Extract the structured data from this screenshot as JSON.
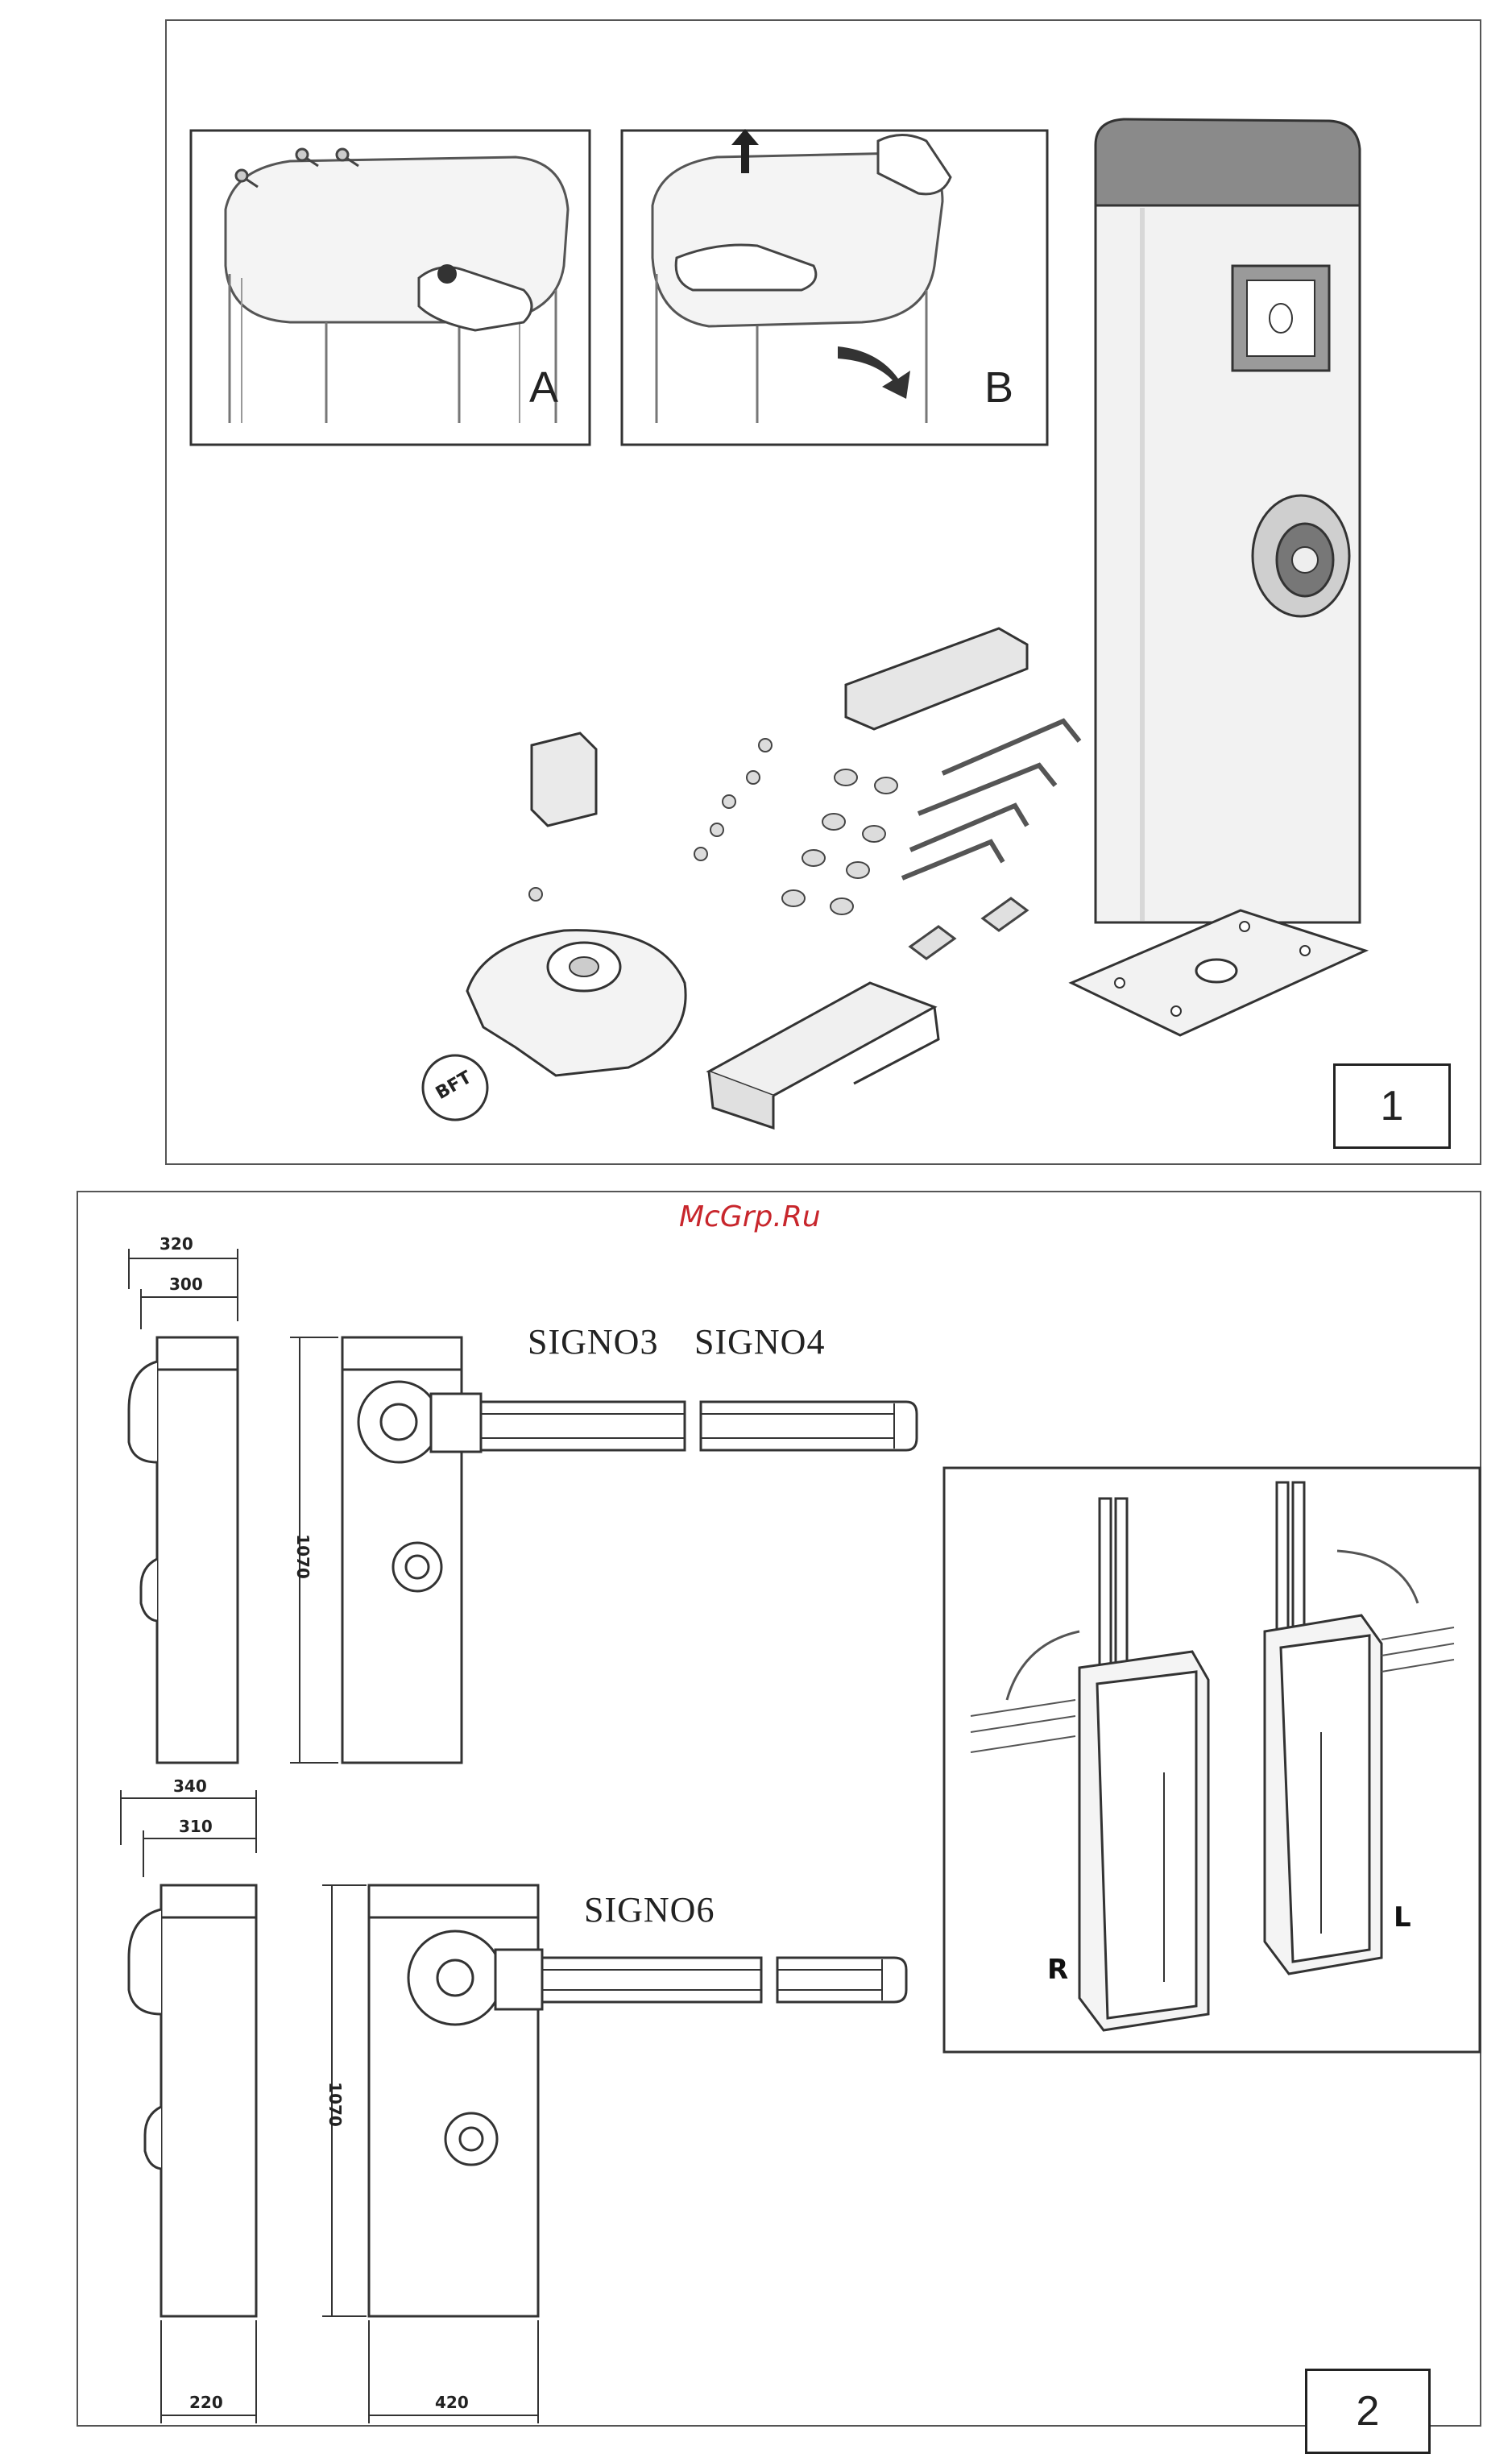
{
  "figure1": {
    "number": "1",
    "inset_a_label": "A",
    "inset_b_label": "B",
    "knob_text": "BFT"
  },
  "figure2": {
    "number": "2",
    "watermark": "McGrp.Ru",
    "model_labels": {
      "signo3": "SIGNO3",
      "signo4": "SIGNO4",
      "signo6": "SIGNO6"
    },
    "dimensions": {
      "top_side_width_outer": "320",
      "top_side_width_inner": "300",
      "top_height": "1070",
      "bottom_side_width_outer": "340",
      "bottom_side_width_inner": "310",
      "bottom_height": "1070",
      "bottom_side_base": "220",
      "bottom_front_base": "420"
    },
    "inset_labels": {
      "right": "R",
      "left": "L"
    }
  }
}
